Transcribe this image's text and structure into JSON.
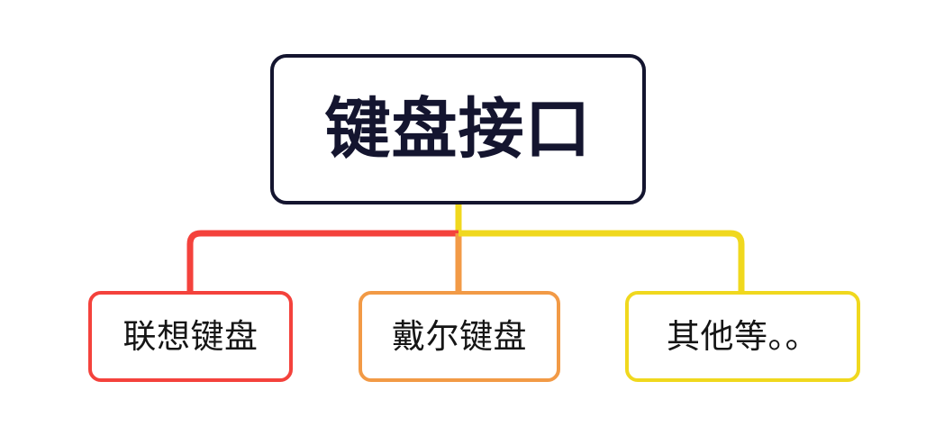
{
  "diagram": {
    "type": "tree",
    "title": "键盘接口",
    "background_color": "#ffffff",
    "root": {
      "id": "root",
      "label": "键盘接口",
      "border_color": "#14152f",
      "text_color": "#14152f"
    },
    "children": [
      {
        "id": "lenovo",
        "label": "联想键盘",
        "border_color": "#f4423c",
        "connector_color": "#f4423c",
        "text_color": "#151515"
      },
      {
        "id": "dell",
        "label": "戴尔键盘",
        "border_color": "#f29a46",
        "connector_color": "#f29a46",
        "text_color": "#151515"
      },
      {
        "id": "other",
        "label": "其他等。。",
        "border_color": "#f0d81e",
        "connector_color": "#f0d81e",
        "text_color": "#151515"
      }
    ],
    "connectors": [
      {
        "name": "root-stem",
        "color": "#f0d81e"
      },
      {
        "name": "branch-to-lenovo",
        "color": "#f4423c"
      },
      {
        "name": "branch-to-dell",
        "color": "#f29a46"
      },
      {
        "name": "branch-to-other",
        "color": "#f0d81e"
      }
    ]
  }
}
